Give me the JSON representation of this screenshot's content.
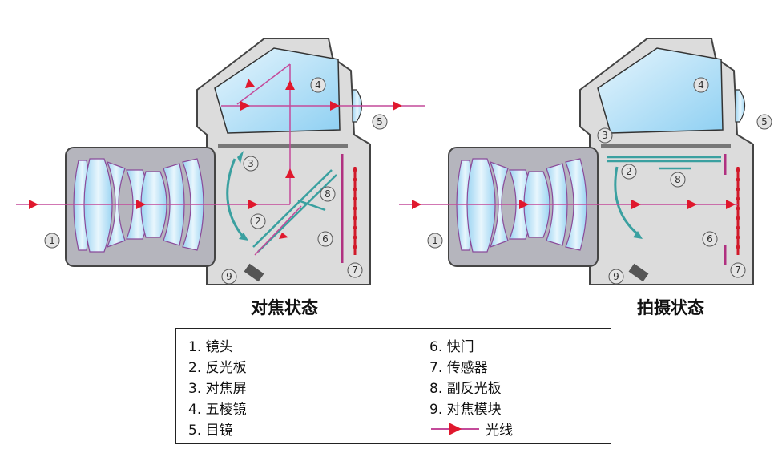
{
  "captions": {
    "focus": "对焦状态",
    "shoot": "拍摄状态"
  },
  "callouts": [
    "1",
    "2",
    "3",
    "4",
    "5",
    "6",
    "7",
    "8",
    "9"
  ],
  "legend": {
    "left": [
      "1. 镜头",
      "2. 反光板",
      "3. 对焦屏",
      "4. 五棱镜",
      "5. 目镜"
    ],
    "right": [
      "6. 快门",
      "7. 传感器",
      "8. 副反光板",
      "9. 对焦模块"
    ],
    "light_label": "光线"
  },
  "colors": {
    "body": "#dcdcdc",
    "body_outline": "#444444",
    "lens_barrel": "#b5b5bd",
    "glass": "#7fc8ee",
    "glass_light": "#dff2fc",
    "ray": "#c44a9a",
    "arrow": "#e0182d",
    "mirror": "#3aa0a0",
    "screen": "#777777",
    "sensor": "#d11a2a",
    "shutter": "#b03080"
  }
}
